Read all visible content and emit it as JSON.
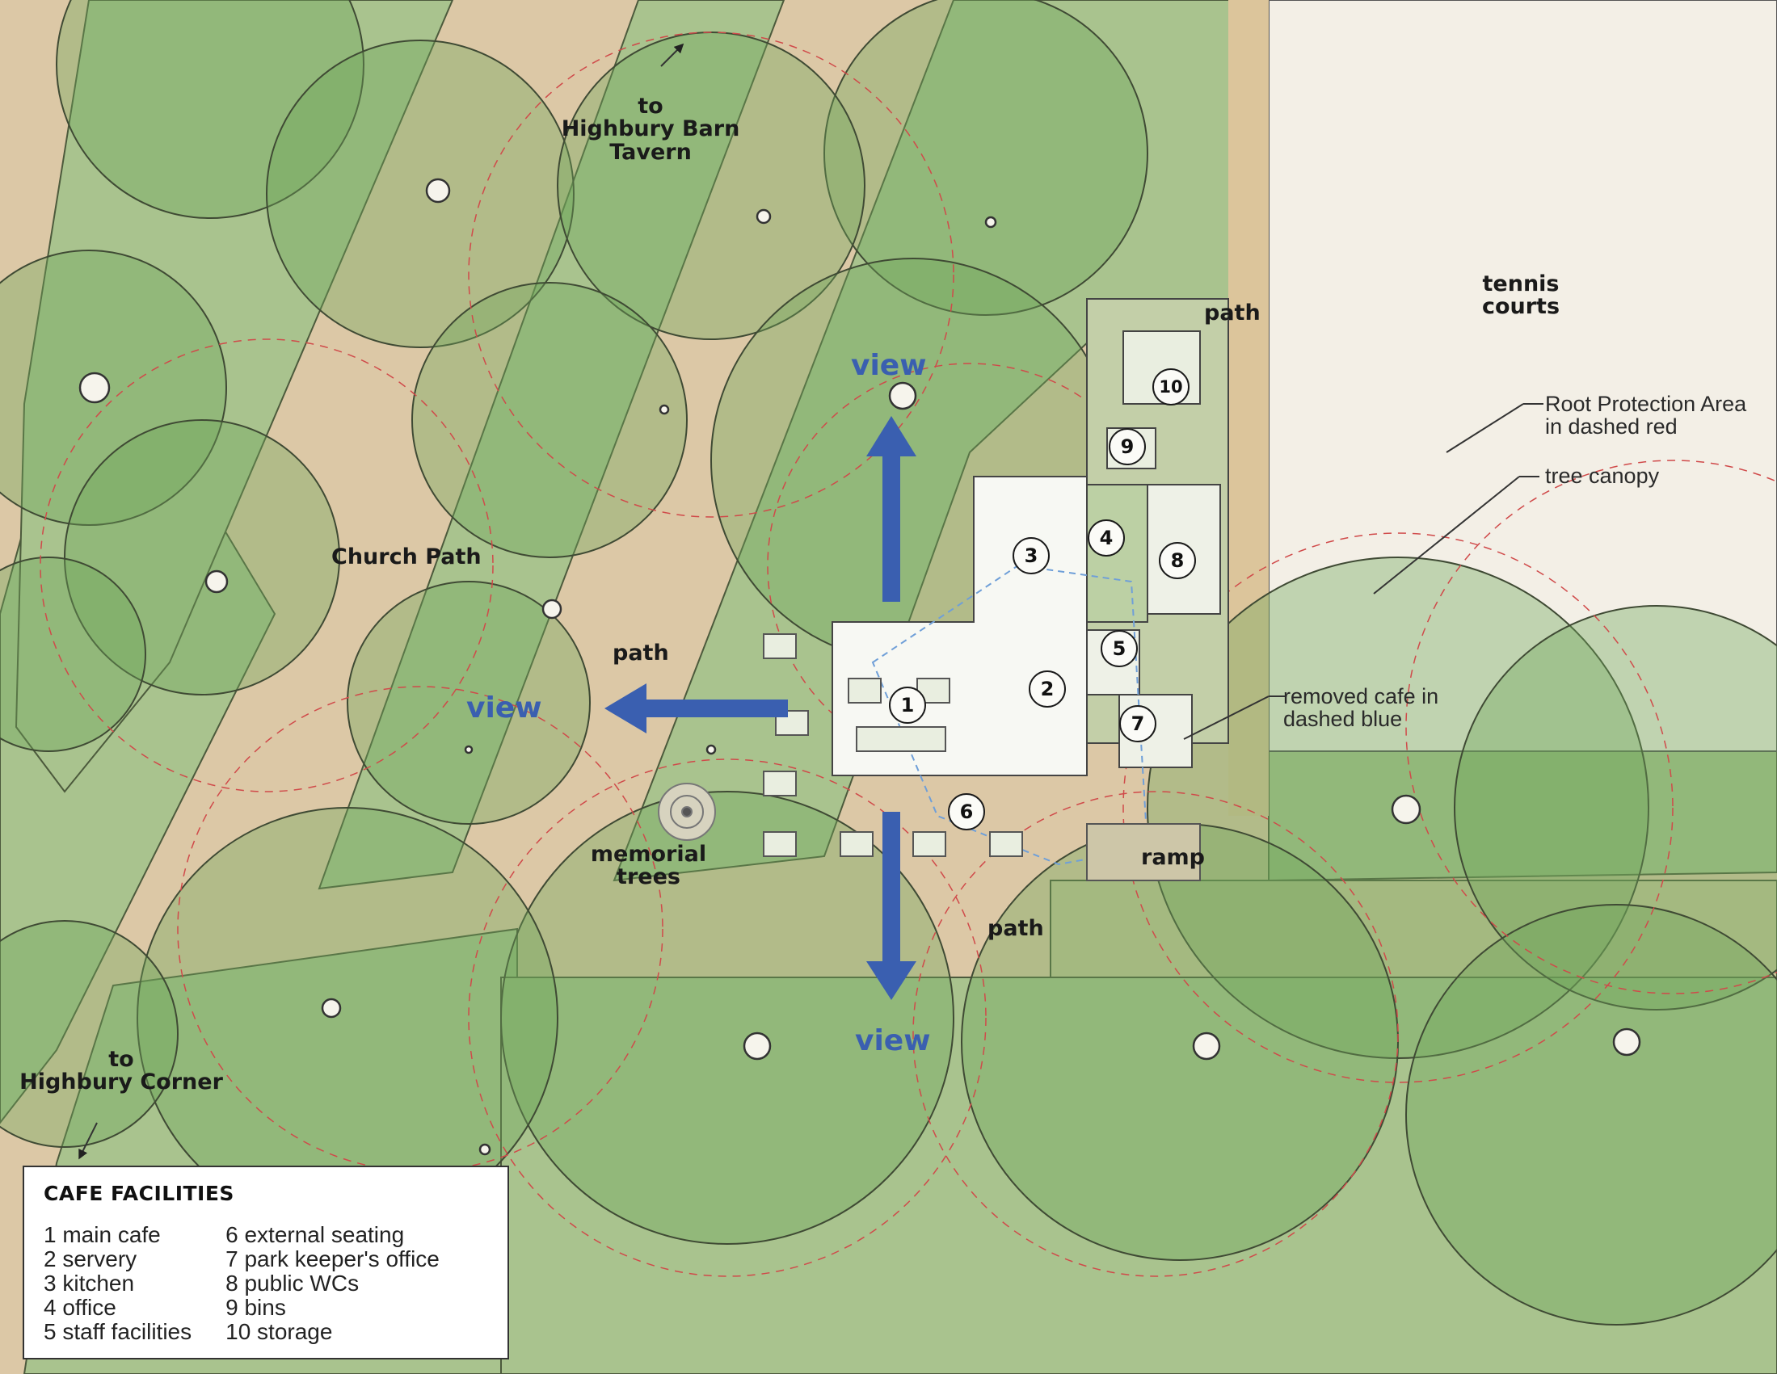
{
  "labels": {
    "highbury_barn": "to\nHighbury Barn\nTavern",
    "highbury_corner": "to\nHighbury Corner",
    "church_path": "Church Path",
    "path_top": "path",
    "path_left": "path",
    "path_bottom": "path",
    "ramp": "ramp",
    "memorial_trees": "memorial\ntrees",
    "tennis_courts": "tennis\ncourts",
    "root_protection": "Root Protection Area\nin dashed red",
    "tree_canopy": "tree canopy",
    "removed_cafe": "removed cafe in\ndashed blue",
    "view_top": "view",
    "view_left": "view",
    "view_bottom": "view"
  },
  "markers": [
    "1",
    "2",
    "3",
    "4",
    "5",
    "6",
    "7",
    "8",
    "9",
    "10"
  ],
  "legend": {
    "title": "CAFE FACILITIES",
    "col1": [
      "1 main cafe",
      "2 servery",
      "3 kitchen",
      "4 office",
      "5 staff facilities"
    ],
    "col2": [
      "6 external seating",
      "7 park keeper's office",
      "8 public WCs",
      "9 bins",
      "10 storage"
    ]
  },
  "colors": {
    "lawn": "#a8c08a",
    "path": "#dcc8a6",
    "canopy": "#7fb268",
    "building": "#f4f6f0",
    "view_arrow": "#3a5fb0",
    "root_protection": "#d04a4a",
    "tennis": "#f3f0e8"
  }
}
